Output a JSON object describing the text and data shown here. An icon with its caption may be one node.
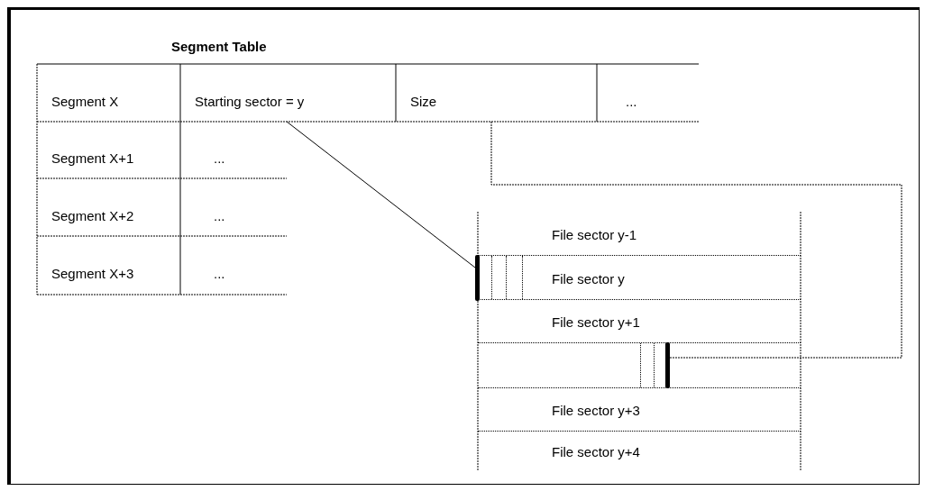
{
  "diagram": {
    "title": "Segment Table",
    "nodes": [
      {
        "text": [
          "Starting sector = y"
        ]
      },
      {
        "text": [
          "Size"
        ]
      },
      {
        "text": [
          "File sector y-1"
        ]
      },
      {
        "text": [
          "File sector y"
        ]
      },
      {
        "text": [],
        "shape": "bar",
        "in": 3
      },
      {
        "text": [
          "File sector y+1"
        ]
      },
      {
        "text": [],
        "shape": "box"
      },
      {
        "text": [],
        "shape": "bar",
        "in": 6
      },
      {
        "text": [
          "File sector y+3"
        ]
      },
      {
        "text": [
          "File sector y+4"
        ]
      }
    ],
    "edges": [
      {
        "from": 0,
        "to": 4,
        "arrow": "none"
      },
      {
        "from": 1,
        "to": 7,
        "arrow": "none",
        "style": "dashed"
      }
    ],
    "labels": [
      "Segment X",
      "...",
      "Segment X+1",
      "...",
      "Segment X+2",
      "...",
      "Segment X+3",
      "..."
    ]
  }
}
